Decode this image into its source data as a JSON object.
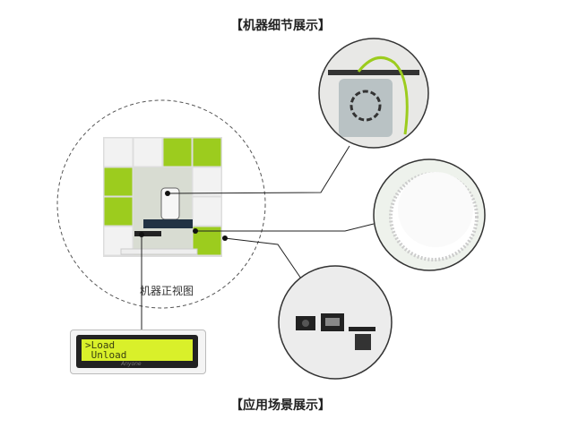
{
  "titles": {
    "top": "【机器细节展示】",
    "bottom": "【应用场景展示】"
  },
  "caption": "机器正视图",
  "lcd": {
    "line1": ">Load",
    "line2": " Unload",
    "brand": "Anyone"
  },
  "colors": {
    "green": "#9ccc1e",
    "white": "#f2f2f2",
    "lcd": "#d9f02a"
  }
}
